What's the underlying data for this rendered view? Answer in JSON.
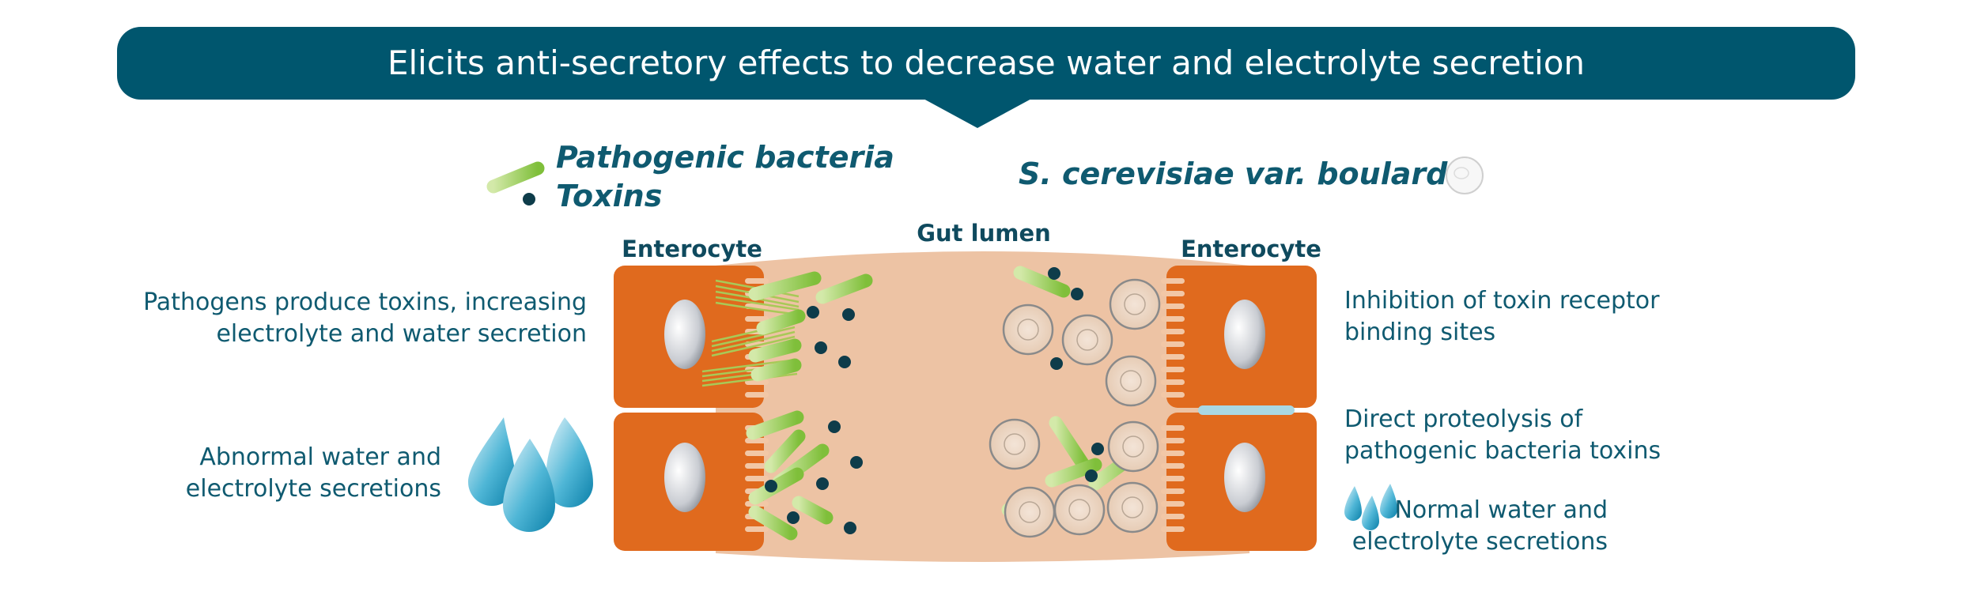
{
  "title": "Elicits anti-secretory effects to decrease water and electrolyte secretion",
  "legend": {
    "pathogenic_bacteria": "Pathogenic bacteria",
    "toxins": "Toxins",
    "yeast": "S. cerevisiae var.  boulardii"
  },
  "regions": {
    "left_enterocyte": "Enterocyte",
    "gut_lumen": "Gut lumen",
    "right_enterocyte": "Enterocyte"
  },
  "left_notes": {
    "pathogens_line1": "Pathogens produce toxins, increasing",
    "pathogens_line2": "electrolyte and water secretion",
    "abnormal_line1": "Abnormal water and",
    "abnormal_line2": "electrolyte secretions"
  },
  "right_notes": {
    "inhibition_line1": "Inhibition of toxin receptor",
    "inhibition_line2": "binding sites",
    "proteolysis_line1": "Direct proteolysis of",
    "proteolysis_line2": "pathogenic bacteria toxins",
    "normal_line1": "Normal water and",
    "normal_line2": "electrolyte secretions"
  },
  "colors": {
    "banner": "#00566e",
    "enterocyte": "#e06a1e",
    "lumen": "#edc3a4",
    "bacteria": "#8dc63f",
    "toxin": "#0e3c4a",
    "droplet": "#2aa3c8"
  }
}
